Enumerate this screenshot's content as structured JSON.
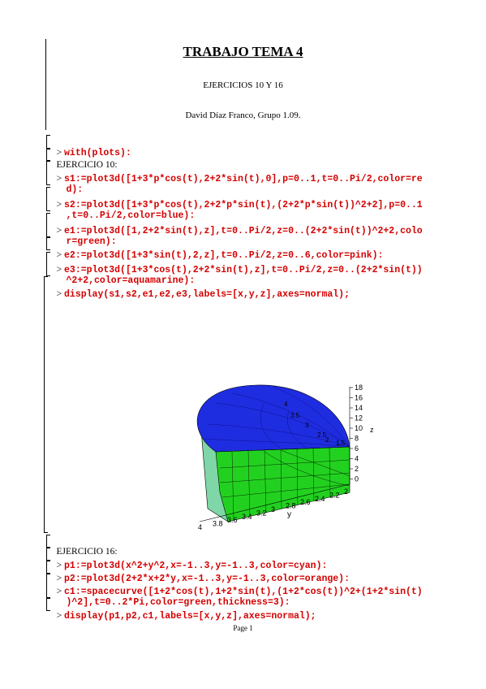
{
  "header": {
    "title": "TRABAJO TEMA 4",
    "subtitle": "EJERCICIOS 10 Y 16",
    "author": "David Díaz Franco, Grupo 1.09."
  },
  "prompt": ">",
  "lines": {
    "with_plots": "with(plots):",
    "ej10": "EJERCICIO 10:",
    "s1_a": "s1:=plot3d([1+3*p*cos(t),2+2*sin(t),0],p=0..1,t=0..Pi/2,color=re",
    "s1_b": "d):",
    "s2_a": "s2:=plot3d([1+3*p*cos(t),2+2*p*sin(t),(2+2*p*sin(t))^2+2],p=0..1",
    "s2_b": ",t=0..Pi/2,color=blue):",
    "e1_a": "e1:=plot3d([1,2+2*sin(t),z],t=0..Pi/2,z=0..(2+2*sin(t))^2+2,colo",
    "e1_b": "r=green):",
    "e2": "e2:=plot3d([1+3*sin(t),2,z],t=0..Pi/2,z=0..6,color=pink):",
    "e3_a": "e3:=plot3d([1+3*cos(t),2+2*sin(t),z],t=0..Pi/2,z=0..(2+2*sin(t))",
    "e3_b": "^2+2,color=aquamarine):",
    "display1": "display(s1,s2,e1,e2,e3,labels=[x,y,z],axes=normal);",
    "ej16": "EJERCICIO 16:",
    "p1": "p1:=plot3d(x^2+y^2,x=-1..3,y=-1..3,color=cyan):",
    "p2": "p2:=plot3d(2+2*x+2*y,x=-1..3,y=-1..3,color=orange):",
    "c1_a": "c1:=spacecurve([1+2*cos(t),1+2*sin(t),(1+2*cos(t))^2+(1+2*sin(t)",
    "c1_b": ")^2],t=0..2*Pi,color=green,thickness=3):",
    "display2": "display(p1,p2,c1,labels=[x,y,z],axes=normal);"
  },
  "plot": {
    "z_ticks": [
      "18",
      "16",
      "14",
      "12",
      "10",
      "8",
      "6",
      "4",
      "2",
      "0"
    ],
    "z_label": "z",
    "y_ticks": [
      "4",
      "3.8",
      "3.6",
      "3.4",
      "3.2",
      "3",
      "2.8",
      "2.6",
      "2.4",
      "2.2",
      "2"
    ],
    "y_label": "y",
    "x_ticks": [
      "4",
      "3.5",
      "3",
      "2.5",
      "2",
      "1.5"
    ],
    "colors": {
      "top": "#1f2de0",
      "side": "#22d11f",
      "front": "#7fd6a6",
      "mesh": "#000000"
    }
  },
  "footer": {
    "page": "Page 1"
  }
}
